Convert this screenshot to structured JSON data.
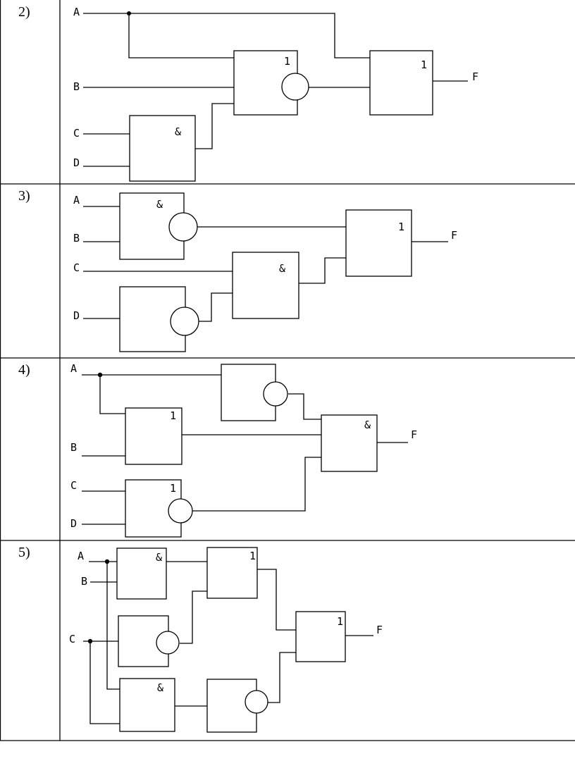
{
  "diagrams": [
    {
      "number": "2)",
      "inputs": [
        "A",
        "B",
        "C",
        "D"
      ],
      "gates": [
        "1",
        "&",
        "1"
      ],
      "output": "F"
    },
    {
      "number": "3)",
      "inputs": [
        "A",
        "B",
        "C",
        "D"
      ],
      "gates": [
        "&",
        "&",
        "1"
      ],
      "output": "F"
    },
    {
      "number": "4)",
      "inputs": [
        "A",
        "B",
        "C",
        "D"
      ],
      "gates": [
        "1",
        "1",
        "&"
      ],
      "output": "F"
    },
    {
      "number": "5)",
      "inputs": [
        "A",
        "B",
        "C"
      ],
      "gates": [
        "&",
        "1",
        "&",
        "1"
      ],
      "output": "F"
    }
  ]
}
